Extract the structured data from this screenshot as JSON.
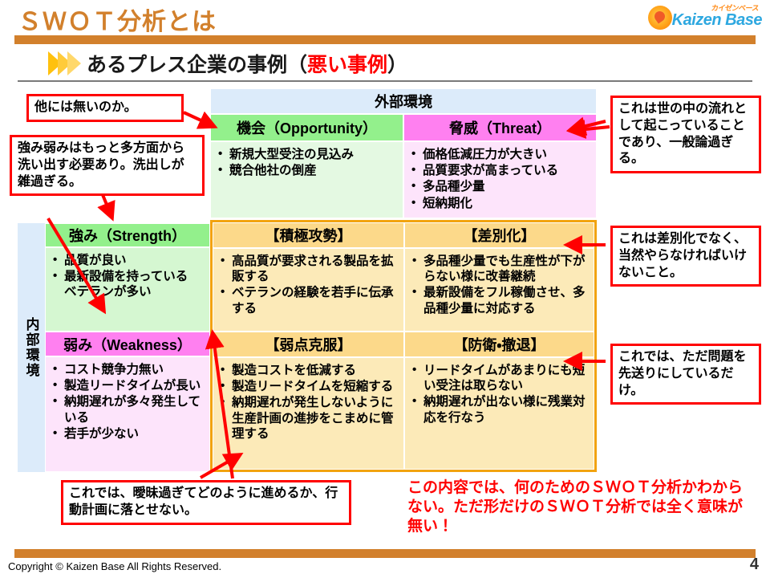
{
  "header": {
    "title": "ＳＷＯＴ分析とは",
    "logo_kana": "カイゼンベース",
    "logo_name": "Kaizen Base"
  },
  "subtitle": {
    "main": "あるプレス企業の事例（",
    "warn": "悪い事例",
    "tail": "）"
  },
  "matrix": {
    "external_label": "外部環境",
    "internal_label": "内部環境",
    "opportunity": {
      "header": "機会（Opportunity）",
      "items": [
        "新規大型受注の見込み",
        "競合他社の倒産"
      ]
    },
    "threat": {
      "header": "脅威（Threat）",
      "items": [
        "価格低減圧力が大きい",
        "品質要求が高まっている",
        "多品種少量",
        "短納期化"
      ]
    },
    "strength": {
      "header": "強み（Strength）",
      "items": [
        "品質が良い",
        "最新設備を持っている　ベテランが多い"
      ]
    },
    "weakness": {
      "header": "弱み（Weakness）",
      "items": [
        "コスト競争力無い",
        "製造リードタイムが長い",
        "納期遅れが多々発生している",
        "若手が少ない"
      ]
    },
    "so": {
      "header": "【積極攻勢】",
      "items": [
        "高品質が要求される製品を拡販する",
        "ベテランの経験を若手に伝承する"
      ]
    },
    "st": {
      "header": "【差別化】",
      "items": [
        "多品種少量でも生産性が下がらない様に改善継続",
        "最新設備をフル稼働させ、多品種少量に対応する"
      ]
    },
    "wo": {
      "header": "【弱点克服】",
      "items": [
        "製造コストを低減する",
        "製造リードタイムを短縮する",
        "納期遅れが発生しないように生産計画の進捗をこまめに管理する"
      ]
    },
    "wt": {
      "header": "【防衛・撤退】",
      "items": [
        "リードタイムがあまりにも短い受注は取らない",
        "納期遅れが出ない様に残業対応を行なう"
      ]
    }
  },
  "annotations": {
    "other": "他には無いのか。",
    "strength_weakness": "強み弱みはもっと多方面から洗い出す必要あり。洗出しが雑過ぎる。",
    "world_trend": "これは世の中の流れとして起こっていることであり、一般論過ぎる。",
    "not_differentiation": "これは差別化でなく、当然やらなければいけないこと。",
    "postpone": "これでは、ただ問題を先送りにしているだけ。",
    "vague": "これでは、曖昧過ぎてどのように進めるか、行動計画に落とせない。",
    "bottom_warning": "この内容では、何のためのＳＷＯＴ分析かわからない。ただ形だけのＳＷＯＴ分析では全く意味が無い！"
  },
  "footer": {
    "copyright": "Copyright ©  Kaizen Base  All Rights Reserved.",
    "page_number": "4"
  },
  "colors": {
    "brand_orange": "#D2802C",
    "opportunity_header": "#93F08C",
    "threat_header": "#FF80F0",
    "strategy_border": "#F2A30F",
    "strategy_header": "#FCD98A",
    "annotation_red": "#FF0000",
    "external_header": "#DCEBFA"
  }
}
